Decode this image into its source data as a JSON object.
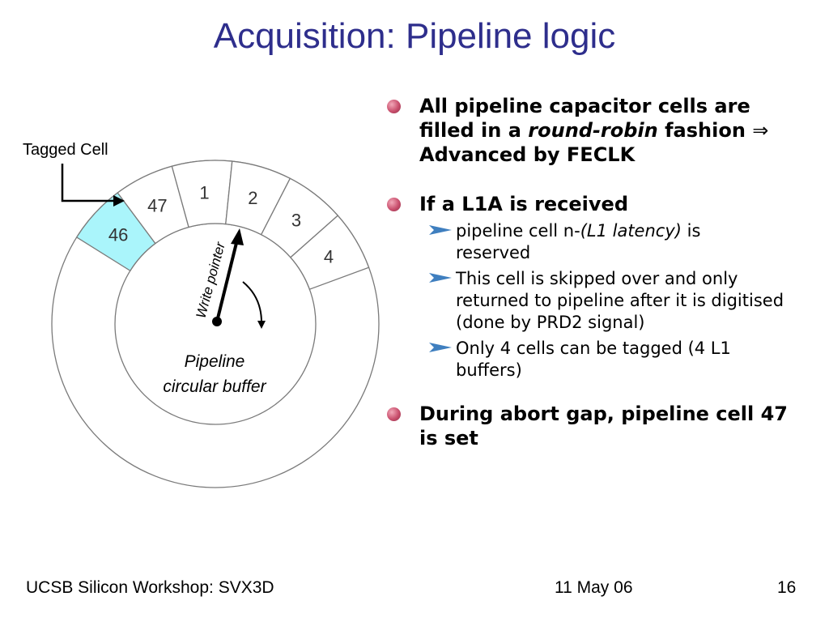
{
  "slide": {
    "title": "Acquisition: Pipeline logic"
  },
  "diagram": {
    "tagged_cell_label": "Tagged Cell",
    "write_pointer_label": "Write pointer",
    "center_label_line1": "Pipeline",
    "center_label_line2": "circular buffer",
    "cells": [
      {
        "label": "46",
        "tagged": true
      },
      {
        "label": "47",
        "tagged": false
      },
      {
        "label": "1",
        "tagged": false
      },
      {
        "label": "2",
        "tagged": false
      },
      {
        "label": "3",
        "tagged": false
      },
      {
        "label": "4",
        "tagged": false
      }
    ],
    "colors": {
      "tagged_fill": "#aaf5fb",
      "cell_stroke": "#7a7a7a",
      "arrow": "#000000"
    }
  },
  "bullets": {
    "b1": {
      "pre": "All pipeline capacitor cells are filled in a ",
      "emph": "round-robin",
      "post": " fashion ",
      "implies": "⇒",
      "end": " Advanced by FECLK"
    },
    "b2": {
      "text": "If a L1A is received",
      "sub": {
        "s1_pre": " pipeline cell n-",
        "s1_emph": "(L1 latency)",
        "s1_post": " is reserved",
        "s2": " This cell is skipped over and only returned to pipeline after it is digitised (done by PRD2 signal)",
        "s3": "Only 4 cells can be tagged (4 L1 buffers)"
      }
    },
    "b3": {
      "text": "During abort gap, pipeline cell 47 is set"
    },
    "colors": {
      "bullet": "#c94f6d",
      "sub_arrow": "#3f7fbf"
    }
  },
  "footer": {
    "left": "UCSB Silicon Workshop: SVX3D",
    "center": "11 May 06",
    "right": "16"
  }
}
